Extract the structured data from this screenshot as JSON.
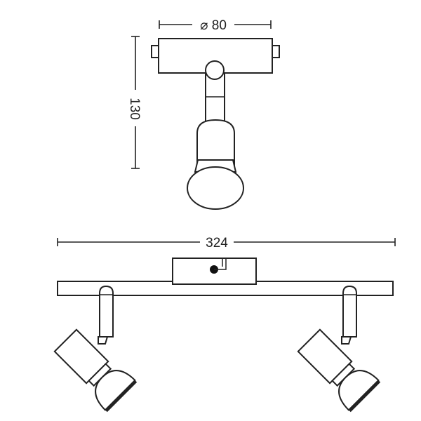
{
  "drawing": {
    "side_view": {
      "width_label": "⌀ 80",
      "height_label": "130"
    },
    "front_view": {
      "length_label": "324"
    },
    "line_color": "#222222"
  }
}
